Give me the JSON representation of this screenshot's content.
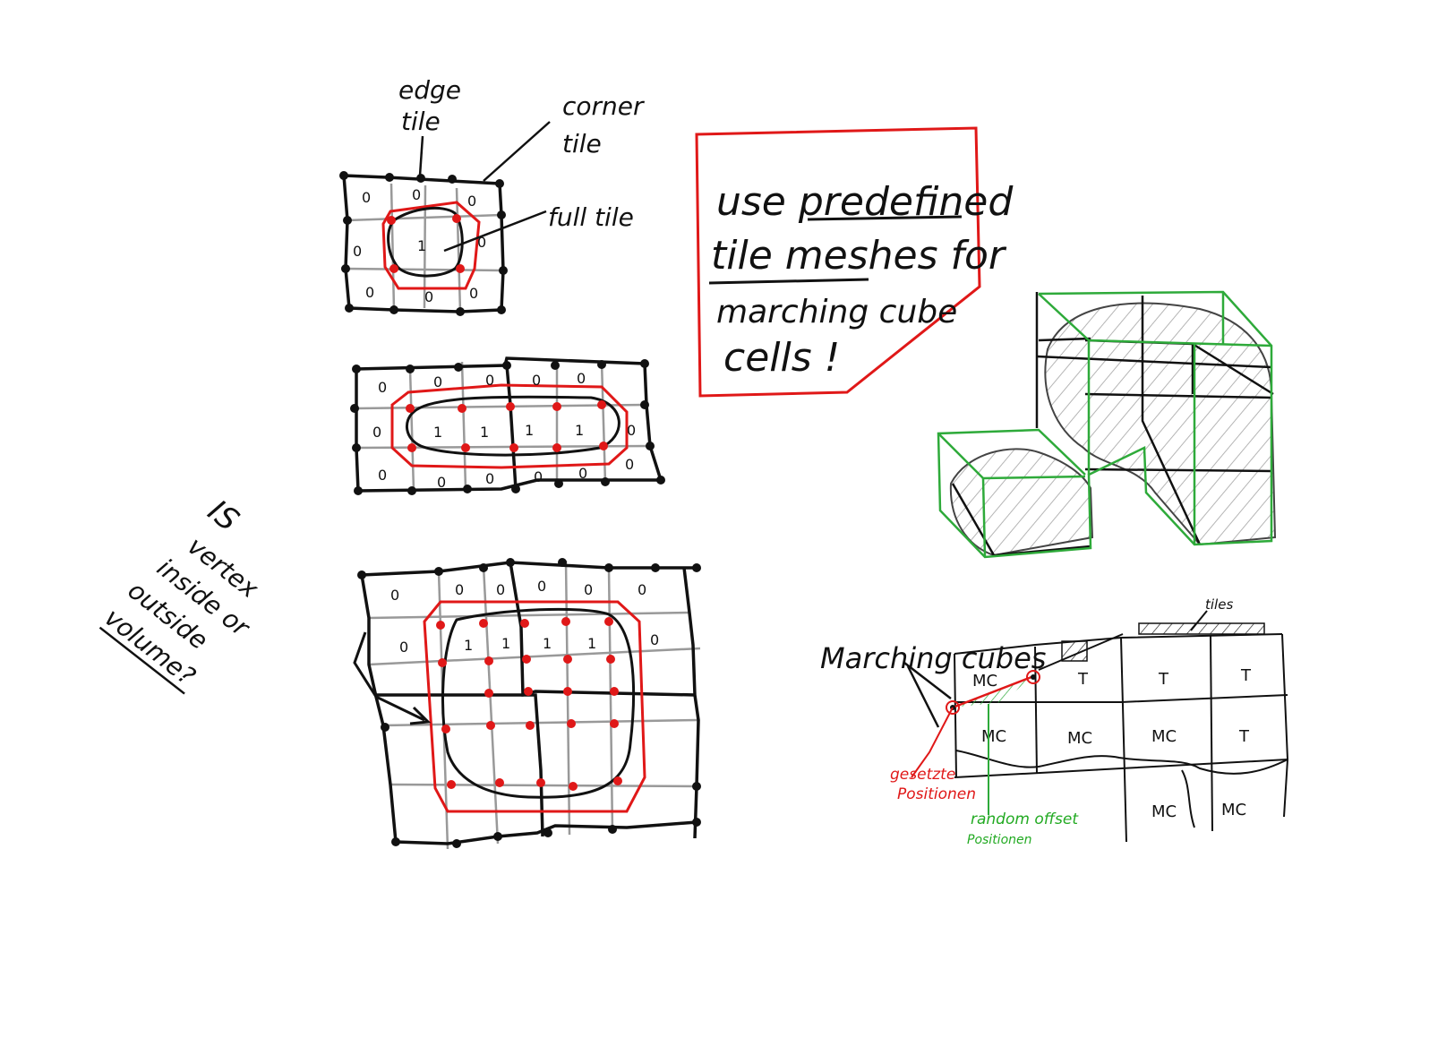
{
  "colors": {
    "ink": "#111111",
    "red": "#e01818",
    "gray": "#999999",
    "green": "#2eaa3a",
    "hatch": "#b8b8b8"
  },
  "labels": {
    "edge_tile_1": "edge",
    "edge_tile_2": "tile",
    "corner_tile_1": "corner",
    "corner_tile_2": "tile",
    "full_tile": "full tile",
    "question_1": "IS",
    "question_2": "vertex",
    "question_3": "inside or",
    "question_4": "outside",
    "question_5": "volume?",
    "marching_cubes": "Marching cubes",
    "tiles": "tiles",
    "gesetzte_1": "gesetzte",
    "gesetzte_2": "Positionen",
    "random_1": "random offset",
    "random_2": "Positionen"
  },
  "note": {
    "line1_a": "use ",
    "line1_b": "predefined",
    "line2_a": "tile meshes",
    "line2_b": " for",
    "line3": "marching cube",
    "line4": "cells !"
  },
  "grid_values": {
    "outside": "0",
    "inside": "1"
  },
  "cell_labels": {
    "mc": "MC",
    "t": "T"
  }
}
